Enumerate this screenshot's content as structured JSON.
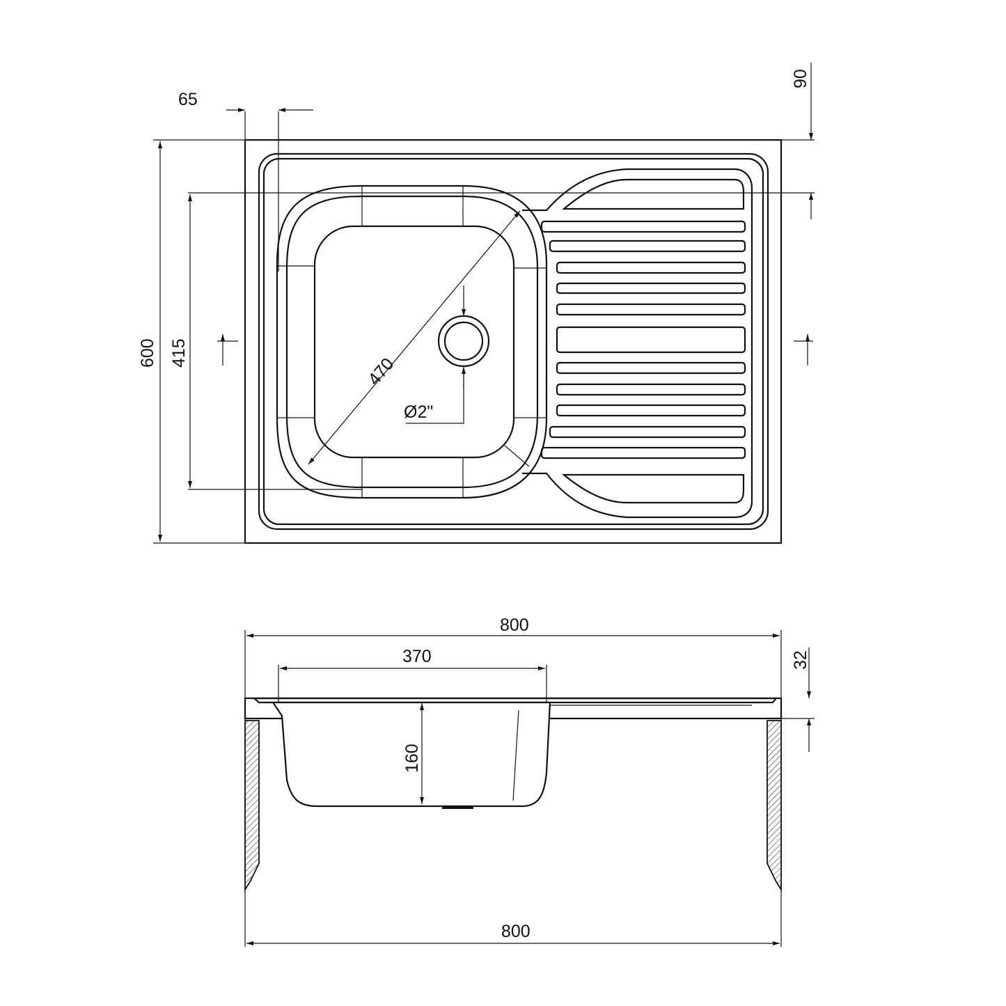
{
  "top_view": {
    "dim_rim_offset": "65",
    "dim_bowl_offset": "90",
    "dim_depth": "600",
    "dim_bowl_length": "415",
    "dim_bowl_diagonal": "470",
    "dim_drain": "Ø2\""
  },
  "side_view": {
    "dim_overall_width": "800",
    "dim_bowl_width": "370",
    "dim_rim_height": "32",
    "dim_bowl_depth": "160",
    "dim_cabinet_width": "800"
  },
  "colors": {
    "line": "#111111",
    "background": "#ffffff"
  }
}
